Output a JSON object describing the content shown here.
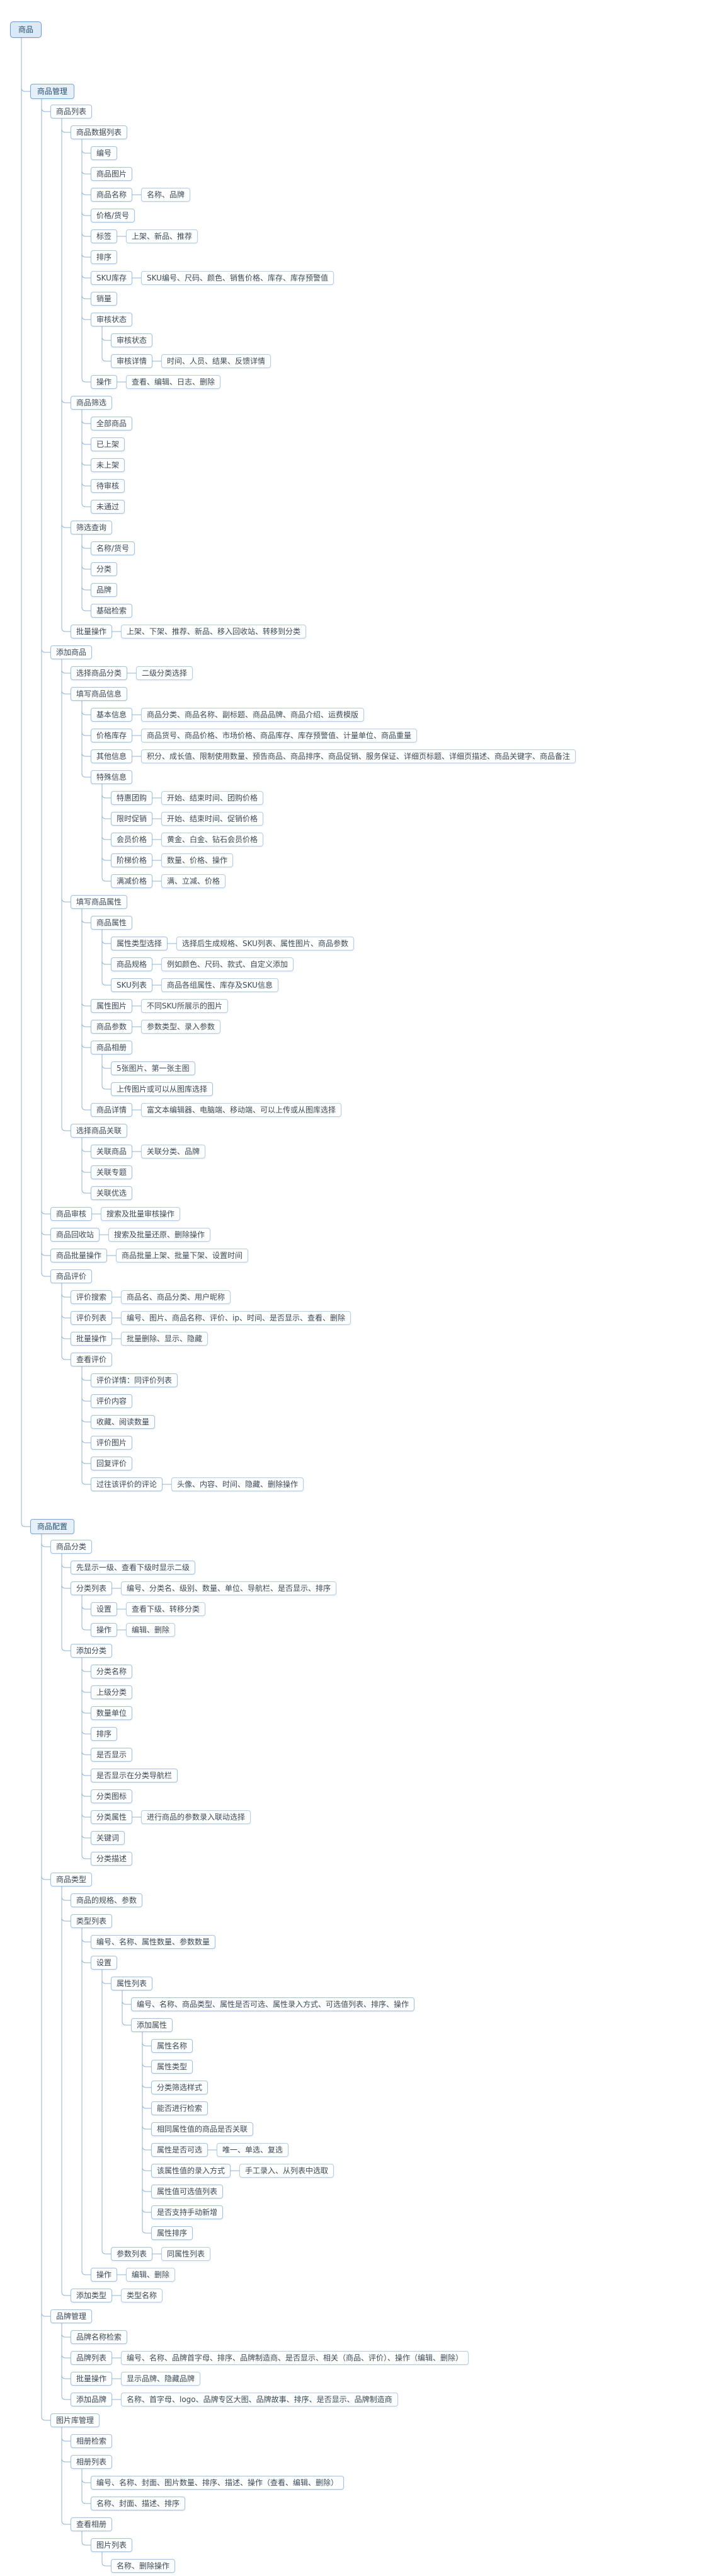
{
  "colors": {
    "line": "#8fb3d6",
    "node_border": "#a6c1dc",
    "node_fill": "#fcfdff",
    "detail_border": "#b7cde3",
    "root_fill": "#d9e9f7",
    "root_border": "#6d9cc8",
    "branch_fill": "#e6f0fa",
    "branch_border": "#7fa8cf",
    "text": "#3d4a55"
  },
  "tree": {
    "t": "商品",
    "c": [
      {
        "t": "商品管理",
        "g": 2,
        "c": [
          {
            "t": "商品列表",
            "c": [
              {
                "t": "商品数据列表",
                "c": [
                  {
                    "t": "编号"
                  },
                  {
                    "t": "商品图片"
                  },
                  {
                    "t": "商品名称",
                    "d": "名称、品牌"
                  },
                  {
                    "t": "价格/货号"
                  },
                  {
                    "t": "标签",
                    "d": "上架、新品、推荐"
                  },
                  {
                    "t": "排序"
                  },
                  {
                    "t": "SKU库存",
                    "d": "SKU编号、尺码、颜色、销售价格、库存、库存预警值"
                  },
                  {
                    "t": "销量"
                  },
                  {
                    "t": "审核状态",
                    "c": [
                      {
                        "t": "审核状态"
                      },
                      {
                        "t": "审核详情",
                        "d": "时间、人员、结果、反馈详情"
                      }
                    ]
                  },
                  {
                    "t": "操作",
                    "d": "查看、编辑、日志、删除"
                  }
                ]
              },
              {
                "t": "商品筛选",
                "c": [
                  {
                    "t": "全部商品"
                  },
                  {
                    "t": "已上架"
                  },
                  {
                    "t": "未上架"
                  },
                  {
                    "t": "待审核"
                  },
                  {
                    "t": "未通过"
                  }
                ]
              },
              {
                "t": "筛选查询",
                "c": [
                  {
                    "t": "名称/货号"
                  },
                  {
                    "t": "分类"
                  },
                  {
                    "t": "品牌"
                  },
                  {
                    "t": "基础检索"
                  }
                ]
              },
              {
                "t": "批量操作",
                "d": "上架、下架、推荐、新品、移入回收站、转移到分类"
              }
            ]
          },
          {
            "t": "添加商品",
            "c": [
              {
                "t": "选择商品分类",
                "d": "二级分类选择"
              },
              {
                "t": "填写商品信息",
                "c": [
                  {
                    "t": "基本信息",
                    "d": "商品分类、商品名称、副标题、商品品牌、商品介绍、运费模版"
                  },
                  {
                    "t": "价格库存",
                    "d": "商品货号、商品价格、市场价格、商品库存、库存预警值、计量单位、商品重量"
                  },
                  {
                    "t": "其他信息",
                    "d": "积分、成长值、限制使用数量、预告商品、商品排序、商品促销、服务保证、详细页标题、详细页描述、商品关键字、商品备注"
                  },
                  {
                    "t": "特殊信息",
                    "c": [
                      {
                        "t": "特惠团购",
                        "d": "开始、结束时间、团购价格"
                      },
                      {
                        "t": "限时促销",
                        "d": "开始、结束时间、促销价格"
                      },
                      {
                        "t": "会员价格",
                        "d": "黄金、白金、钻石会员价格"
                      },
                      {
                        "t": "阶梯价格",
                        "d": "数量、价格、操作"
                      },
                      {
                        "t": "满减价格",
                        "d": "满、立减、价格"
                      }
                    ]
                  }
                ]
              },
              {
                "t": "填写商品属性",
                "c": [
                  {
                    "t": "商品属性",
                    "c": [
                      {
                        "t": "属性类型选择",
                        "d": "选择后生成规格、SKU列表、属性图片、商品参数"
                      },
                      {
                        "t": "商品规格",
                        "d": "例如颜色、尺码、款式、自定义添加"
                      },
                      {
                        "t": "SKU列表",
                        "d": "商品各组属性、库存及SKU信息"
                      }
                    ]
                  },
                  {
                    "t": "属性图片",
                    "d": "不同SKU所展示的图片"
                  },
                  {
                    "t": "商品参数",
                    "d": "参数类型、录入参数"
                  },
                  {
                    "t": "商品相册",
                    "c": [
                      {
                        "t": "5张图片、第一张主图"
                      },
                      {
                        "t": "上传图片或可以从图库选择"
                      }
                    ]
                  },
                  {
                    "t": "商品详情",
                    "d": "富文本编辑器、电脑端、移动端、可以上传或从图库选择"
                  }
                ]
              },
              {
                "t": "选择商品关联",
                "c": [
                  {
                    "t": "关联商品",
                    "d": "关联分类、品牌"
                  },
                  {
                    "t": "关联专题"
                  },
                  {
                    "t": "关联优选"
                  }
                ]
              }
            ]
          },
          {
            "t": "商品审核",
            "d": "搜索及批量审核操作"
          },
          {
            "t": "商品回收站",
            "d": "搜索及批量还原、删除操作"
          },
          {
            "t": "商品批量操作",
            "d": "商品批量上架、批量下架、设置时间"
          },
          {
            "t": "商品评价",
            "c": [
              {
                "t": "评价搜索",
                "d": "商品名、商品分类、用户昵称"
              },
              {
                "t": "评价列表",
                "d": "编号、图片、商品名称、评价、ip、时间、是否显示、查看、删除"
              },
              {
                "t": "批量操作",
                "d": "批量删除、显示、隐藏"
              },
              {
                "t": "查看评价",
                "c": [
                  {
                    "t": "评价详情：同评价列表"
                  },
                  {
                    "t": "评价内容"
                  },
                  {
                    "t": "收藏、阅读数量"
                  },
                  {
                    "t": "评价图片"
                  },
                  {
                    "t": "回复评价"
                  },
                  {
                    "t": "过往该评价的评论",
                    "d": "头像、内容、时间、隐藏、删除操作"
                  }
                ]
              }
            ]
          }
        ]
      },
      {
        "t": "商品配置",
        "g": 1,
        "c": [
          {
            "t": "商品分类",
            "c": [
              {
                "t": "先显示一级、查看下级时显示二级"
              },
              {
                "t": "分类列表",
                "d": "编号、分类名、级别、数量、单位、导航栏、是否显示、排序",
                "c": [
                  {
                    "t": "设置",
                    "d": "查看下级、转移分类"
                  },
                  {
                    "t": "操作",
                    "d": "编辑、删除"
                  }
                ]
              },
              {
                "t": "添加分类",
                "c": [
                  {
                    "t": "分类名称"
                  },
                  {
                    "t": "上级分类"
                  },
                  {
                    "t": "数量单位"
                  },
                  {
                    "t": "排序"
                  },
                  {
                    "t": "是否显示"
                  },
                  {
                    "t": "是否显示在分类导航栏"
                  },
                  {
                    "t": "分类图标"
                  },
                  {
                    "t": "分类属性",
                    "d": "进行商品的参数录入联动选择"
                  },
                  {
                    "t": "关键词"
                  },
                  {
                    "t": "分类描述"
                  }
                ]
              }
            ]
          },
          {
            "t": "商品类型",
            "c": [
              {
                "t": "商品的规格、参数"
              },
              {
                "t": "类型列表",
                "c": [
                  {
                    "t": "编号、名称、属性数量、参数数量"
                  },
                  {
                    "t": "设置",
                    "c": [
                      {
                        "t": "属性列表",
                        "c": [
                          {
                            "t": "编号、名称、商品类型、属性是否可选、属性录入方式、可选值列表、排序、操作"
                          },
                          {
                            "t": "添加属性",
                            "c": [
                              {
                                "t": "属性名称"
                              },
                              {
                                "t": "属性类型"
                              },
                              {
                                "t": "分类筛选样式"
                              },
                              {
                                "t": "能否进行检索"
                              },
                              {
                                "t": "相同属性值的商品是否关联"
                              },
                              {
                                "t": "属性是否可选",
                                "d": "唯一、单选、复选"
                              },
                              {
                                "t": "该属性值的录入方式",
                                "d": "手工录入、从列表中选取"
                              },
                              {
                                "t": "属性值可选值列表"
                              },
                              {
                                "t": "是否支持手动新增"
                              },
                              {
                                "t": "属性排序"
                              }
                            ]
                          }
                        ]
                      },
                      {
                        "t": "参数列表",
                        "d": "同属性列表"
                      }
                    ]
                  },
                  {
                    "t": "操作",
                    "d": "编辑、删除"
                  }
                ]
              },
              {
                "t": "添加类型",
                "d": "类型名称"
              }
            ]
          },
          {
            "t": "品牌管理",
            "c": [
              {
                "t": "品牌名称检索"
              },
              {
                "t": "品牌列表",
                "d": "编号、名称、品牌首字母、排序、品牌制造商、是否显示、相关（商品、评价）、操作（编辑、删除）"
              },
              {
                "t": "批量操作",
                "d": "显示品牌、隐藏品牌"
              },
              {
                "t": "添加品牌",
                "d": "名称、首字母、logo、品牌专区大图、品牌故事、排序、是否显示、品牌制造商"
              }
            ]
          },
          {
            "t": "图片库管理",
            "c": [
              {
                "t": "相册检索"
              },
              {
                "t": "相册列表",
                "c": [
                  {
                    "t": "编号、名称、封面、图片数量、排序、描述、操作（查看、编辑、删除）"
                  },
                  {
                    "t": "名称、封面、描述、排序"
                  }
                ]
              },
              {
                "t": "查看相册",
                "c": [
                  {
                    "t": "图片列表",
                    "c": [
                      {
                        "t": "名称、删除操作"
                      }
                    ]
                  }
                ]
              }
            ]
          }
        ]
      }
    ]
  }
}
